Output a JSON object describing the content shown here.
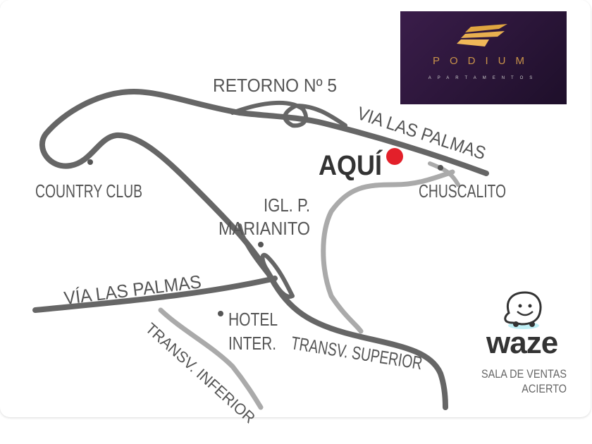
{
  "logo": {
    "name": "PODIUM",
    "subtitle": "APARTAMENTOS",
    "brand_color": "#c9934a",
    "bg_color": "#2e1640"
  },
  "labels": {
    "retorno": "RETORNO Nº 5",
    "via_palmas_top": "VIA LAS PALMAS",
    "aqui": "AQUÍ",
    "country_club": "COUNTRY CLUB",
    "chuscalito": "CHUSCALITO",
    "iglesia_1": "IGL. P.",
    "iglesia_2": "MARIANITO",
    "via_palmas_bottom": "VÍA LAS PALMAS",
    "hotel_1": "HOTEL",
    "hotel_2": "INTER.",
    "transv_superior": "TRANSV. SUPERIOR",
    "transv_inferior": "TRANSV. INFERIOR"
  },
  "marker_color": "#e3202a",
  "waze": {
    "word": "waze",
    "sales_1": "SALA DE VENTAS",
    "sales_2": "ACIERTO"
  }
}
